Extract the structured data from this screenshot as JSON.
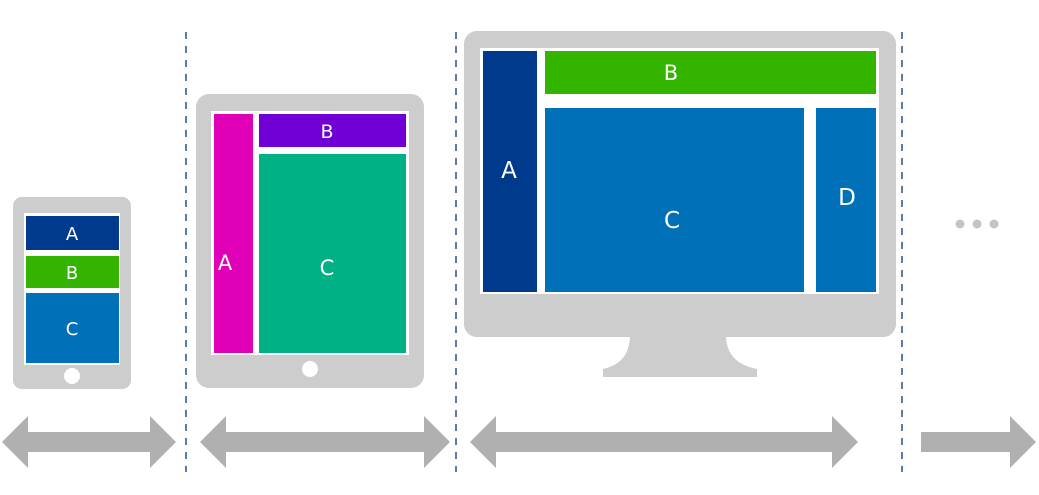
{
  "colors": {
    "device_frame": "#cdcdcd",
    "arrow": "#b0b0b0",
    "divider": "#2b5f96",
    "label_text": "#ffffff",
    "ellipsis": "#c4c4c4"
  },
  "devices": {
    "phone": {
      "panels": [
        {
          "label": "A",
          "color": "#003a8c"
        },
        {
          "label": "B",
          "color": "#33b500"
        },
        {
          "label": "C",
          "color": "#0070b8"
        }
      ]
    },
    "tablet": {
      "panels": [
        {
          "label": "A",
          "color": "#df00b7"
        },
        {
          "label": "B",
          "color": "#7100d6"
        },
        {
          "label": "C",
          "color": "#00b185"
        }
      ]
    },
    "desktop": {
      "panels": [
        {
          "label": "A",
          "color": "#003a8c"
        },
        {
          "label": "B",
          "color": "#33b500"
        },
        {
          "label": "C",
          "color": "#0070b8"
        },
        {
          "label": "D",
          "color": "#0070b8"
        }
      ]
    }
  },
  "more_indicator": {
    "icon": "ellipsis-icon"
  }
}
